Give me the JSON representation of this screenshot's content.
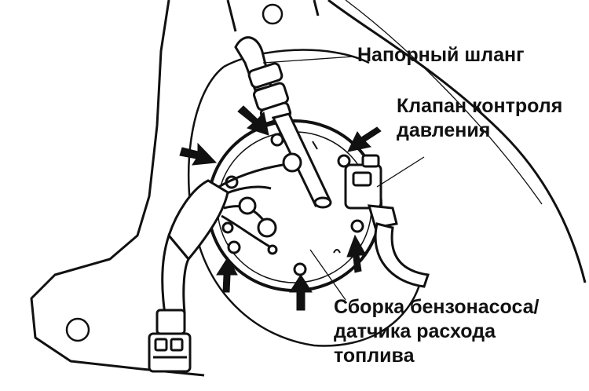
{
  "labels": {
    "pressure_hose": "Напорный шланг",
    "pressure_valve_line1": "Клапан контроля",
    "pressure_valve_line2": "давления",
    "pump_assembly_line1": "Сборка бензонасоса/",
    "pump_assembly_line2": "датчика расхода",
    "pump_assembly_line3": "топлива"
  },
  "colors": {
    "ink": "#111111",
    "paper": "#ffffff"
  }
}
